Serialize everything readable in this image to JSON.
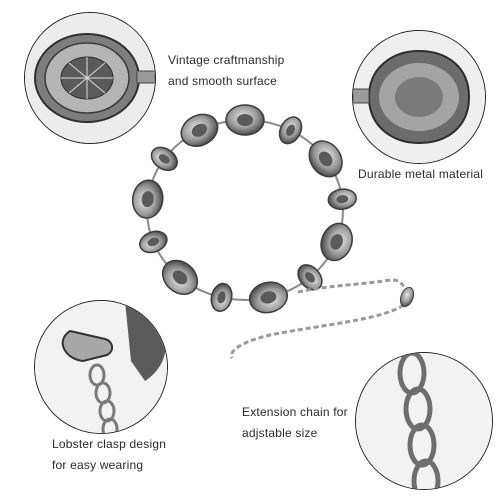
{
  "captions": {
    "top_left": [
      "Vintage craftmanship",
      "and smooth surface"
    ],
    "right_middle": [
      "Durable metal material"
    ],
    "bottom_right": [
      "Extension chain for",
      "adjstable size"
    ],
    "bottom_left": [
      "Lobster clasp design",
      "for easy wearing"
    ]
  },
  "colors": {
    "background": "#ffffff",
    "metal_light": "#d8d8d8",
    "metal_mid": "#9a9a9a",
    "metal_dark": "#3c3c3c",
    "ring": "#222222"
  },
  "icons": [
    "concho-detail",
    "concho-back",
    "concho-belt",
    "lobster-clasp",
    "extension-chain"
  ]
}
